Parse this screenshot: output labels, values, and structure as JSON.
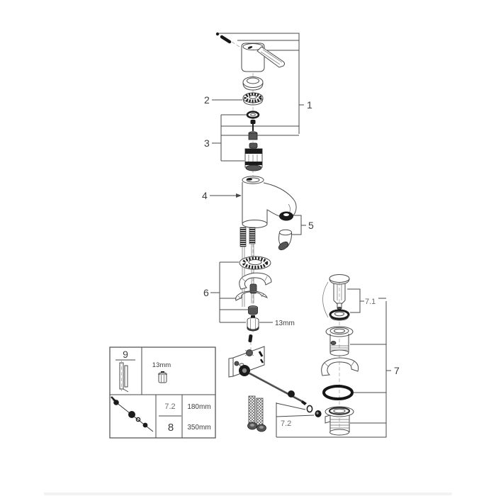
{
  "callouts": {
    "n1": "1",
    "n2": "2",
    "n3": "3",
    "n4": "4",
    "n5": "5",
    "n6": "6",
    "n7": "7",
    "n7_1": "7.1",
    "n7_2": "7.2"
  },
  "annotations": {
    "bolt_wrench_size": "13mm"
  },
  "legend": {
    "item_ref": "9",
    "wrench_size": "13mm",
    "hose_table": {
      "rows": [
        {
          "ref": "7.2",
          "length": "180mm"
        },
        {
          "ref": "8",
          "length": "350mm"
        }
      ]
    }
  },
  "colors": {
    "line": "#4a4a4a",
    "dark_part": "#1b1b1b",
    "label_text": "#3d3d3d",
    "background": "#ffffff",
    "footer_bar": "#f2f2f2"
  }
}
